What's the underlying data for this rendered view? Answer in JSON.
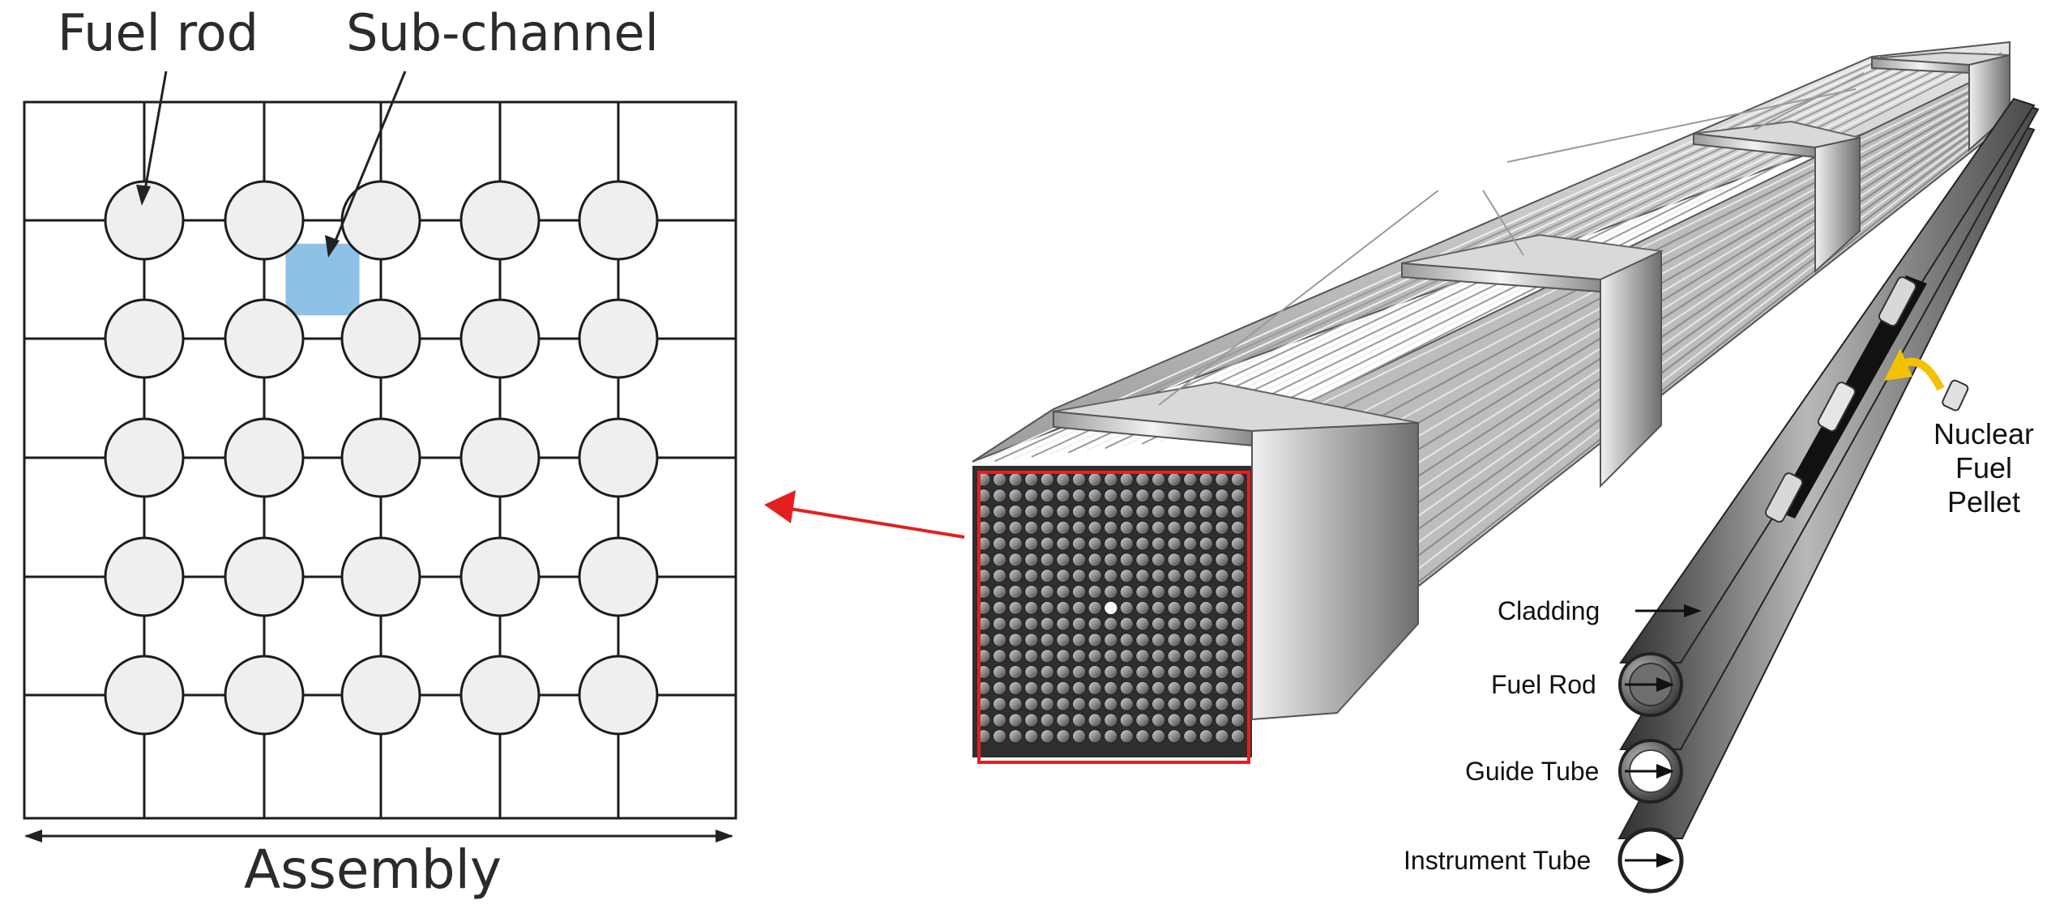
{
  "left_diagram": {
    "fuel_rod_label": "Fuel rod",
    "subchannel_label": "Sub-channel",
    "assembly_label": "Assembly",
    "lattice": {
      "rows": 5,
      "cols": 5,
      "highlighted_subchannel": {
        "row": 1,
        "col": 2
      }
    },
    "colors": {
      "subchannel": "#8ec1e6",
      "rod_fill": "#efefef",
      "grid": "#1c1c1c"
    }
  },
  "right_diagram": {
    "nuclear_fuel_pellet_label": [
      "Nuclear",
      "Fuel",
      "Pellet"
    ],
    "cladding_label": "Cladding",
    "fuel_rod_label": "Fuel Rod",
    "guide_tube_label": "Guide Tube",
    "instrument_tube_label": "Instrument Tube",
    "colors": {
      "highlight_box": "#e41f1f",
      "arrow": "#e41f1f",
      "pellet_arrow": "#f2c200"
    }
  }
}
